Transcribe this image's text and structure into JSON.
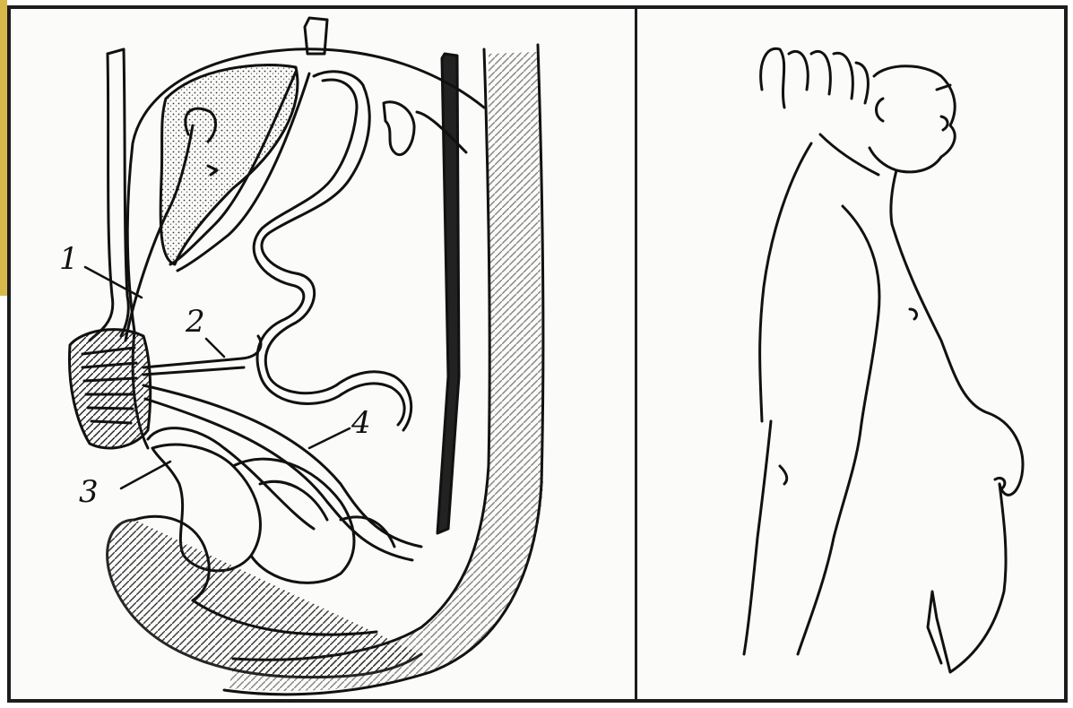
{
  "left_panel": {
    "labels": [
      {
        "id": "1",
        "text": "1"
      },
      {
        "id": "2",
        "text": "2"
      },
      {
        "id": "3",
        "text": "3"
      },
      {
        "id": "4",
        "text": "4"
      }
    ]
  },
  "colors": {
    "line": "#111111",
    "background": "#fbfbfa",
    "frame": "#1c1c1c",
    "edge_accent": "#d9b84a"
  }
}
